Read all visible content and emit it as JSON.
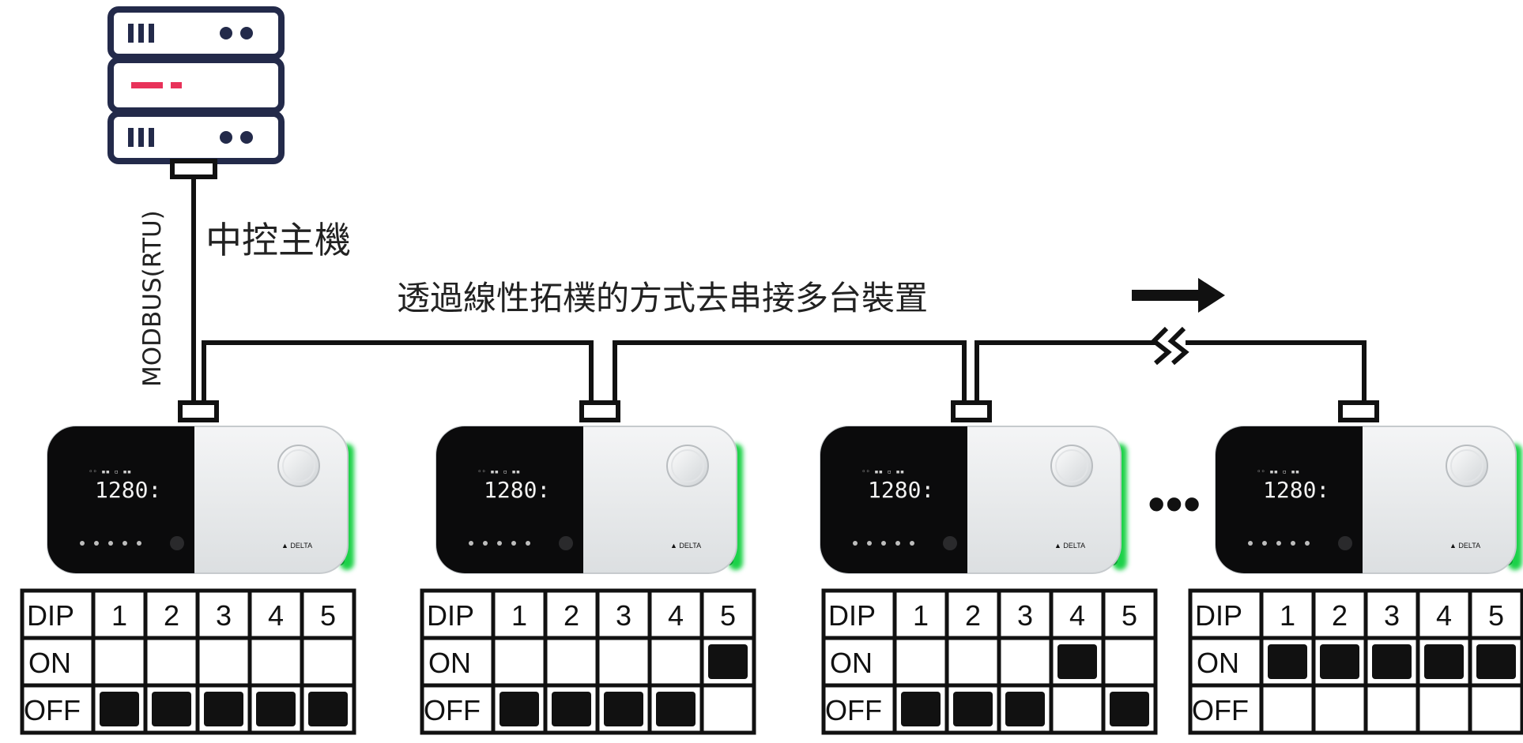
{
  "host_label": "中控主機",
  "protocol_label": "MODBUS(RTU)",
  "caption": "透過線性拓樸的方式去串接多台裝置",
  "ellipsis": "•••",
  "device": {
    "display_value": "1280:",
    "brand": "DELTA"
  },
  "dip_table": {
    "header_label": "DIP",
    "columns": [
      "1",
      "2",
      "3",
      "4",
      "5"
    ],
    "on_label": "ON",
    "off_label": "OFF"
  },
  "devices": [
    {
      "name": "device-1",
      "dip_on": [
        false,
        false,
        false,
        false,
        false
      ]
    },
    {
      "name": "device-2",
      "dip_on": [
        false,
        false,
        false,
        false,
        true
      ]
    },
    {
      "name": "device-3",
      "dip_on": [
        false,
        false,
        false,
        true,
        false
      ]
    },
    {
      "name": "device-4",
      "dip_on": [
        true,
        true,
        true,
        true,
        true
      ]
    }
  ],
  "colors": {
    "line": "#111111",
    "server_frame": "#232a4a",
    "server_accent": "#e8325a",
    "glow": "#1fd14a",
    "fill_square": "#111111"
  }
}
